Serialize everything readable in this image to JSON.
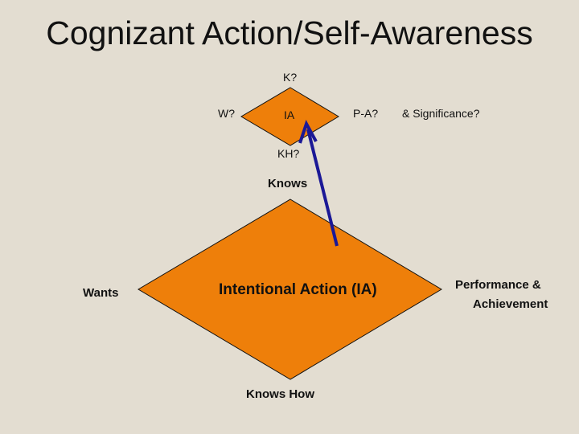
{
  "title": "Cognizant Action/Self-Awareness",
  "small_diamond": {
    "center": "IA",
    "top": "K?",
    "left": "W?",
    "right": "P-A?",
    "bottom": "KH?",
    "extra": "& Significance?"
  },
  "large_diamond": {
    "center": "Intentional Action (IA)",
    "top": "Knows",
    "left": "Wants",
    "right_line1": "Performance &",
    "right_line2": "Achievement",
    "bottom": "Knows How"
  },
  "colors": {
    "background": "#e3ddd1",
    "diamond_fill": "#ee7f0a",
    "arrow": "#1b1896"
  }
}
